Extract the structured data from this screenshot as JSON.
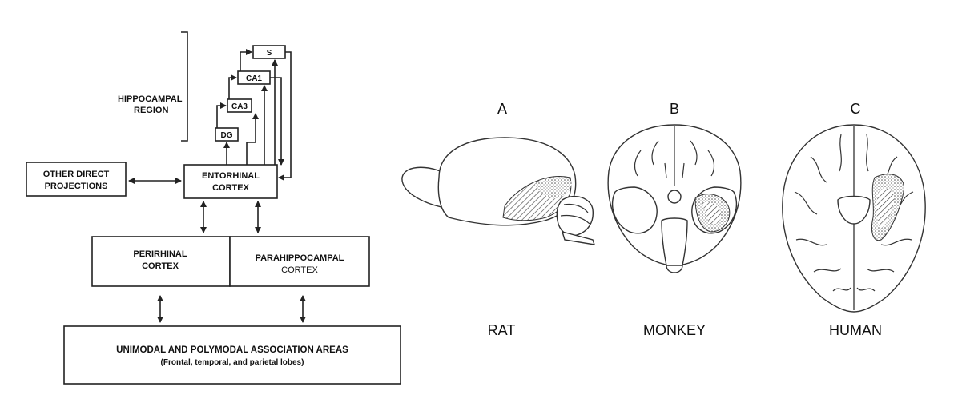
{
  "diagram": {
    "hippocampal_region_label": [
      "HIPPOCAMPAL",
      "REGION"
    ],
    "subfields": {
      "s": "S",
      "ca1": "CA1",
      "ca3": "CA3",
      "dg": "DG"
    },
    "entorhinal": [
      "ENTORHINAL",
      "CORTEX"
    ],
    "other_direct": [
      "OTHER DIRECT",
      "PROJECTIONS"
    ],
    "perirhinal": [
      "PERIRHINAL",
      "CORTEX"
    ],
    "parahippocampal": [
      "PARAHIPPOCAMPAL",
      "CORTEX"
    ],
    "association": {
      "title": "UNIMODAL AND POLYMODAL ASSOCIATION AREAS",
      "subtitle": "(Frontal, temporal, and parietal lobes)"
    }
  },
  "brains": [
    {
      "letter": "A",
      "species": "RAT"
    },
    {
      "letter": "B",
      "species": "MONKEY"
    },
    {
      "letter": "C",
      "species": "HUMAN"
    }
  ]
}
